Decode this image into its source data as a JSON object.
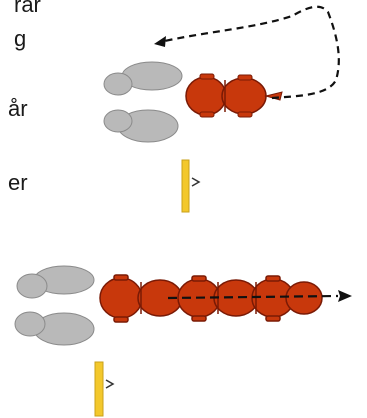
{
  "text_fragments": [
    "rar",
    "g",
    "år",
    "er"
  ],
  "colors": {
    "body": "#c8380c",
    "body_outline": "#7a1a05",
    "shadow": "#b9b9b9",
    "shadow_outline": "#8a8a8a",
    "flag": "#f3c82c",
    "path": "#111111",
    "post": "#333333"
  },
  "icons": {
    "top": [
      "shadow-prints-icon",
      "red-animal-icon",
      "dashed-path-arrow",
      "yellow-flag-icon"
    ],
    "bottom": [
      "shadow-prints-icon",
      "red-animal-chain-icon",
      "dashed-path-arrow",
      "yellow-flag-icon"
    ]
  }
}
